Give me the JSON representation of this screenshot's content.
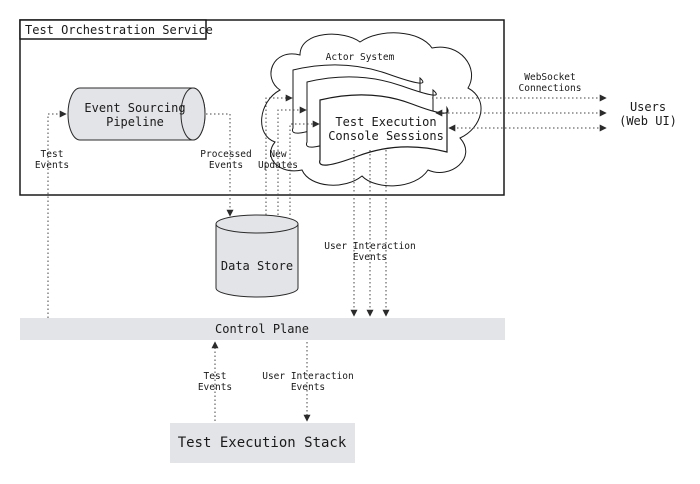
{
  "diagram": {
    "service_label": "Test Orchestration Service",
    "actor_system_label": "Actor System",
    "console_sessions_label": [
      "Test Execution",
      "Console Sessions"
    ],
    "pipeline_label": [
      "Event Sourcing",
      "Pipeline"
    ],
    "data_store_label": "Data Store",
    "control_plane_label": "Control Plane",
    "execution_stack_label": "Test Execution Stack",
    "users_label": [
      "Users",
      "(Web UI)"
    ],
    "websocket_label": [
      "WebSocket",
      "Connections"
    ],
    "test_events_top_label": [
      "Test",
      "Events"
    ],
    "processed_events_label": [
      "Processed",
      "Events"
    ],
    "new_updates_label": [
      "New",
      "Updates"
    ],
    "user_interaction_top_label": [
      "User Interaction",
      "Events"
    ],
    "test_events_bottom_label": [
      "Test",
      "Events"
    ],
    "user_interaction_bottom_label": [
      "User Interaction",
      "Events"
    ]
  }
}
